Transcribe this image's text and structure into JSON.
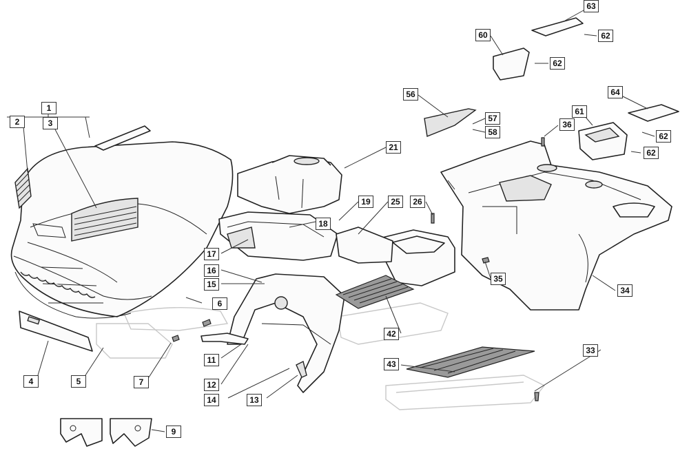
{
  "callouts": {
    "c1": "1",
    "c2": "2",
    "c3": "3",
    "c4": "4",
    "c5": "5",
    "c6": "6",
    "c7": "7",
    "c9": "9",
    "c11": "11",
    "c12": "12",
    "c13": "13",
    "c14": "14",
    "c15": "15",
    "c16": "16",
    "c17": "17",
    "c18": "18",
    "c19": "19",
    "c21": "21",
    "c25": "25",
    "c26": "26",
    "c33": "33",
    "c34": "34",
    "c35": "35",
    "c36": "36",
    "c42": "42",
    "c43": "43",
    "c56": "56",
    "c57": "57",
    "c58": "58",
    "c60": "60",
    "c61": "61",
    "c62a": "62",
    "c62b": "62",
    "c62c": "62",
    "c62d": "62",
    "c63": "63",
    "c64": "64"
  }
}
